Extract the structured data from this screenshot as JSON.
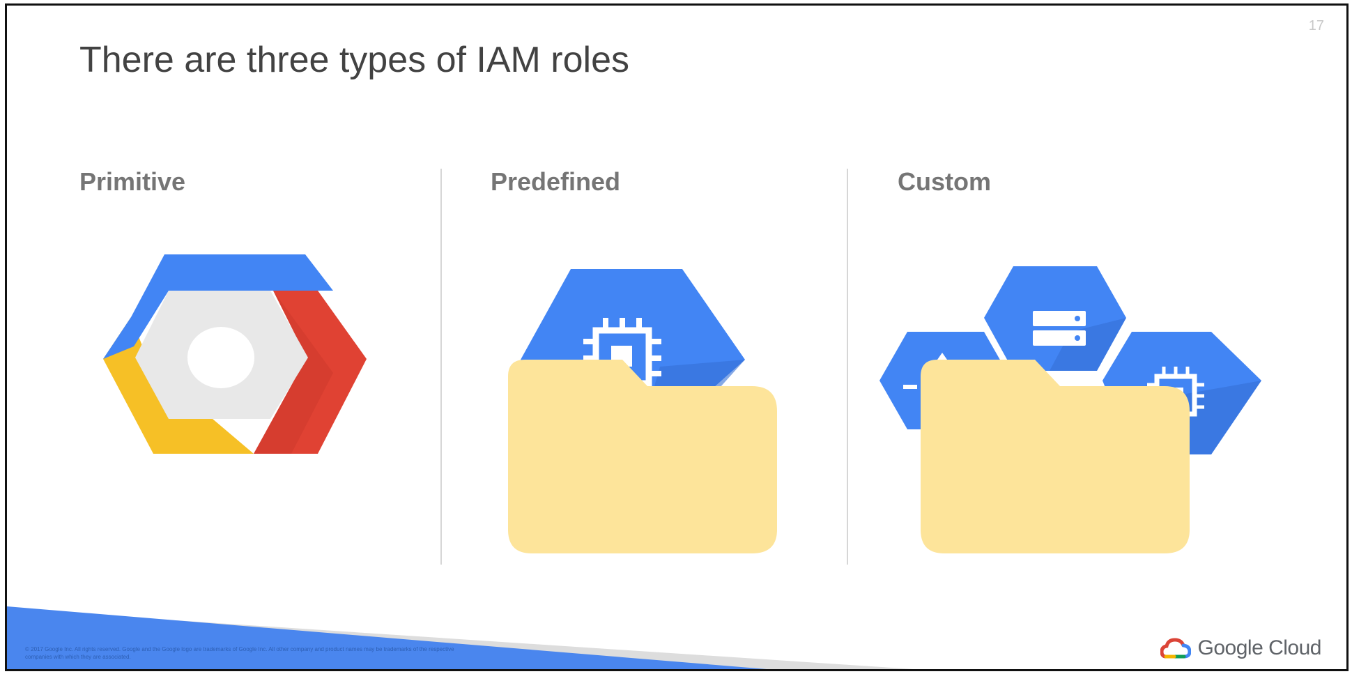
{
  "slide": {
    "number": "17",
    "title": "There are three types of IAM roles"
  },
  "columns": [
    {
      "heading": "Primitive",
      "icon": "gcp-hexagon-logo"
    },
    {
      "heading": "Predefined",
      "icon": "compute-hexagon-with-folder"
    },
    {
      "heading": "Custom",
      "icon": "multiple-service-hexagons-with-folder"
    }
  ],
  "footer": {
    "copyright": "© 2017 Google Inc. All rights reserved. Google and the Google logo are trademarks of Google Inc. All other company and product names may be trademarks of the respective companies with which they are associated.",
    "brand": "Google Cloud"
  },
  "colors": {
    "google_blue": "#4285F4",
    "google_red": "#DB4437",
    "google_yellow": "#F4B400",
    "google_green": "#0F9D58",
    "folder": "#FDE49A",
    "text": "#424242"
  }
}
